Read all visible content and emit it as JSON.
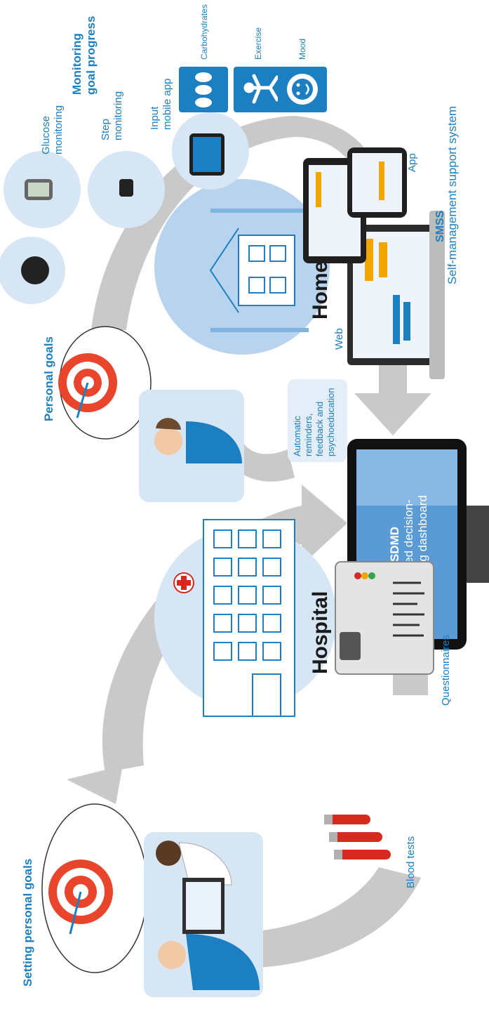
{
  "labels": {
    "setting_goals": "Setting personal goals",
    "blood_tests": "Blood tests",
    "questionnaires": "Questionnaires",
    "hospital": "Hospital",
    "sdmd_title": "SDMD",
    "sdmd_line1": "Shared decision-",
    "sdmd_line2": "making dashboard",
    "personal_goals": "Personal goals",
    "reminders_line1": "Automatic",
    "reminders_line2": "reminders,",
    "reminders_line3": "feedback and",
    "reminders_line4": "psychoeducation",
    "home": "Home",
    "web": "Web",
    "app": "App",
    "smss_title": "SMSS",
    "smss_subtitle": "Self-management support system",
    "glucose_line1": "Glucose",
    "glucose_line2": "monitoring",
    "step_line1": "Step",
    "step_line2": "monitoring",
    "input_line1": "Input",
    "input_line2": "mobile app",
    "monitoring_line1": "Monitoring",
    "monitoring_line2": "goal progress",
    "carbohydrates": "Carbohydrates",
    "exercise": "Exercise",
    "mood": "Mood"
  },
  "colors": {
    "accent_blue": "#1c7fc1",
    "light_blue": "#d6e6f4",
    "mid_blue": "#7fb4e0",
    "arrow_gray": "#c8c8c8",
    "target_red": "#e8452c",
    "tube_red": "#d62a1e"
  },
  "icons": [
    "target-icon",
    "hospital-building-icon",
    "red-cross-icon",
    "house-icon",
    "tree-icon",
    "blood-tube-icon",
    "clipboard-icon",
    "monitor-icon",
    "tablet-icon",
    "phone-icon",
    "laptop-icon",
    "wheat-icon",
    "runner-icon",
    "smiley-icon",
    "glucose-meter-icon",
    "smartwatch-icon",
    "person-icon",
    "doctor-icon"
  ]
}
